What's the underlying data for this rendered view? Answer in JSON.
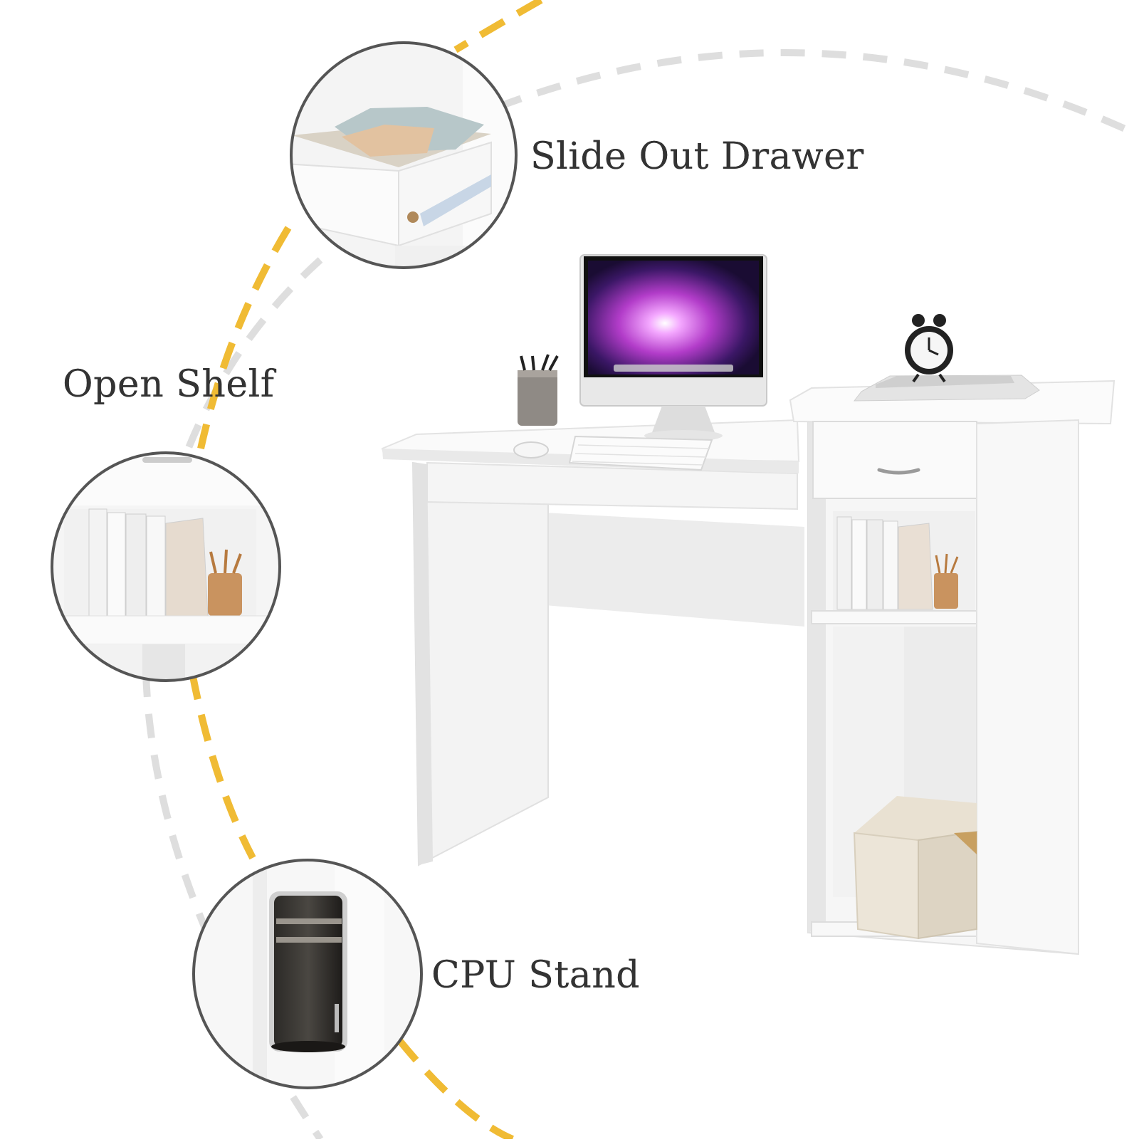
{
  "features": {
    "drawer": "Slide Out Drawer",
    "shelf": "Open Shelf",
    "cpu": "CPU Stand"
  },
  "colors": {
    "accent_dash": "#f0bb34",
    "gray_dash": "#dddddd",
    "circle_border": "#555555",
    "desk_white": "#f7f7f7",
    "label_text": "#333333"
  }
}
